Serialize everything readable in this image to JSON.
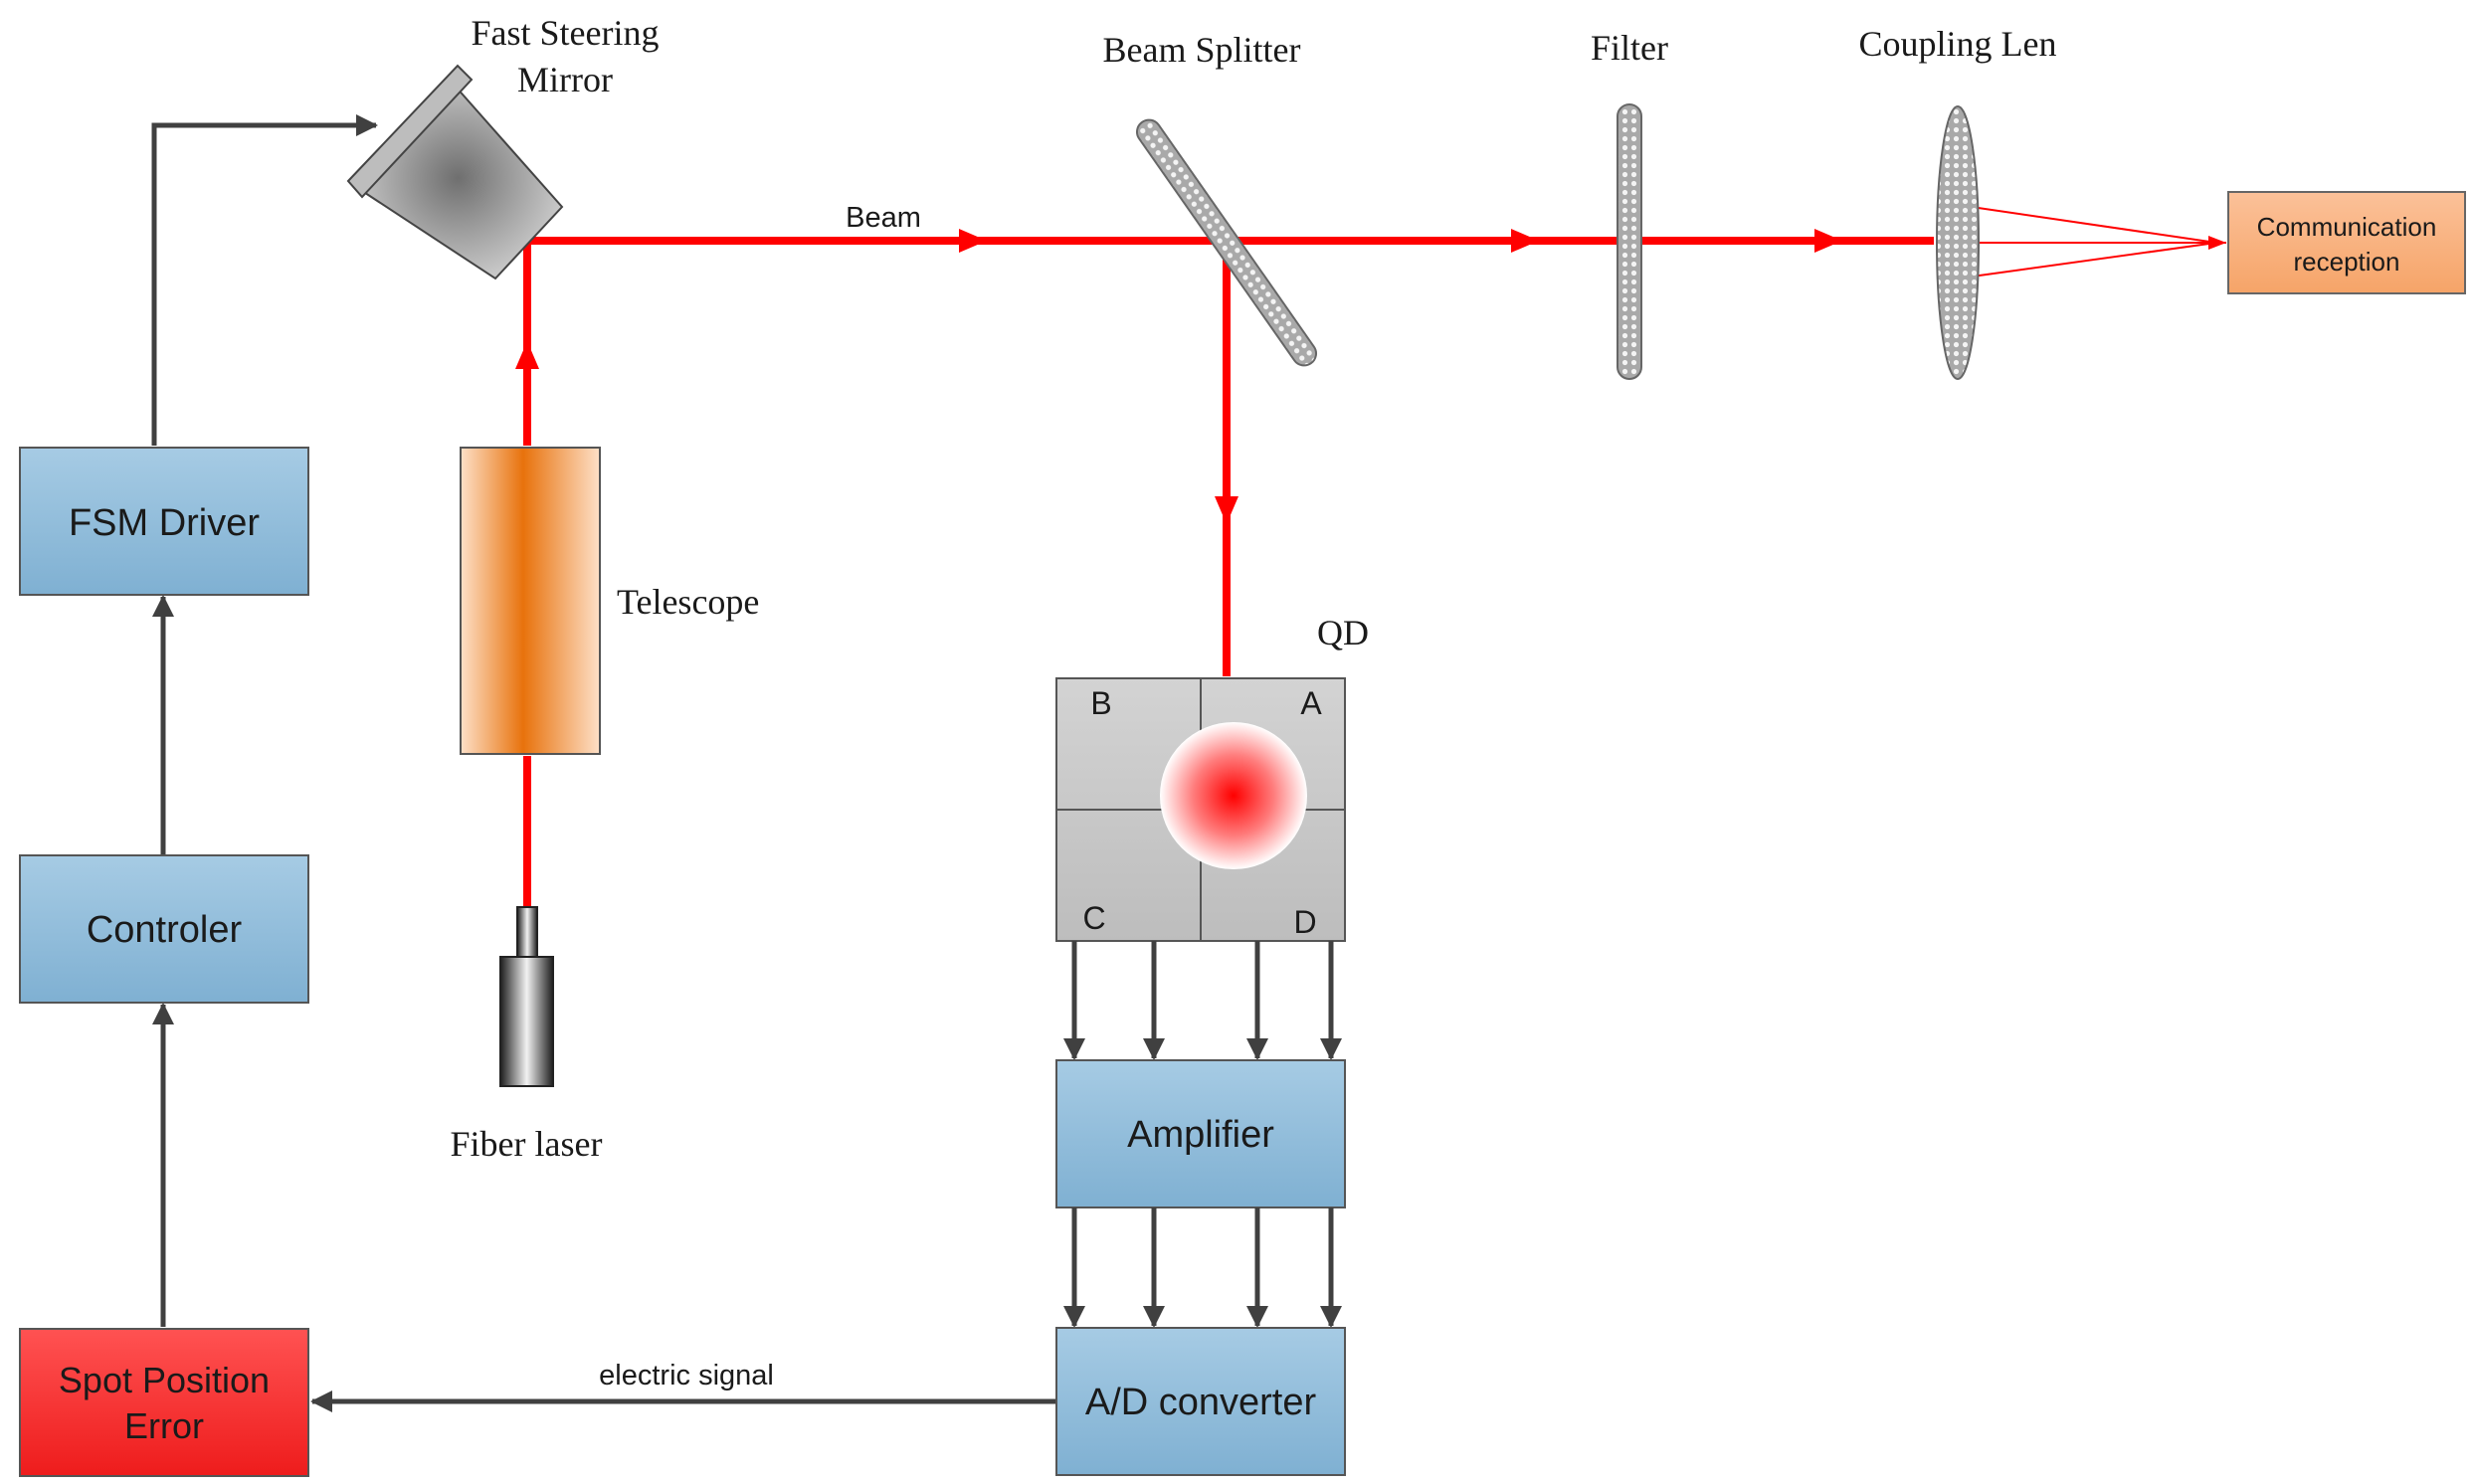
{
  "labels": {
    "fast_steering_mirror_line1": "Fast Steering",
    "fast_steering_mirror_line2": "Mirror",
    "beam_splitter": "Beam Splitter",
    "filter": "Filter",
    "coupling_len": "Coupling Len",
    "beam": "Beam",
    "telescope": "Telescope",
    "fiber_laser": "Fiber laser",
    "qd": "QD",
    "electric_signal": "electric signal"
  },
  "quadrants": {
    "a": "A",
    "b": "B",
    "c": "C",
    "d": "D"
  },
  "blocks": {
    "fsm_driver": "FSM Driver",
    "controler": "Controler",
    "spot_position_error_line1": "Spot Position",
    "spot_position_error_line2": "Error",
    "amplifier": "Amplifier",
    "ad_converter": "A/D converter",
    "communication_reception_line1": "Communication",
    "communication_reception_line2": "reception"
  },
  "colors": {
    "beam_red": "#ff0000",
    "block_blue": "#8fbbd8",
    "block_red": "#ff3a3a",
    "block_orange": "#f9b07d",
    "arrow_gray": "#404040",
    "telescope_orange": "#e8720c"
  }
}
